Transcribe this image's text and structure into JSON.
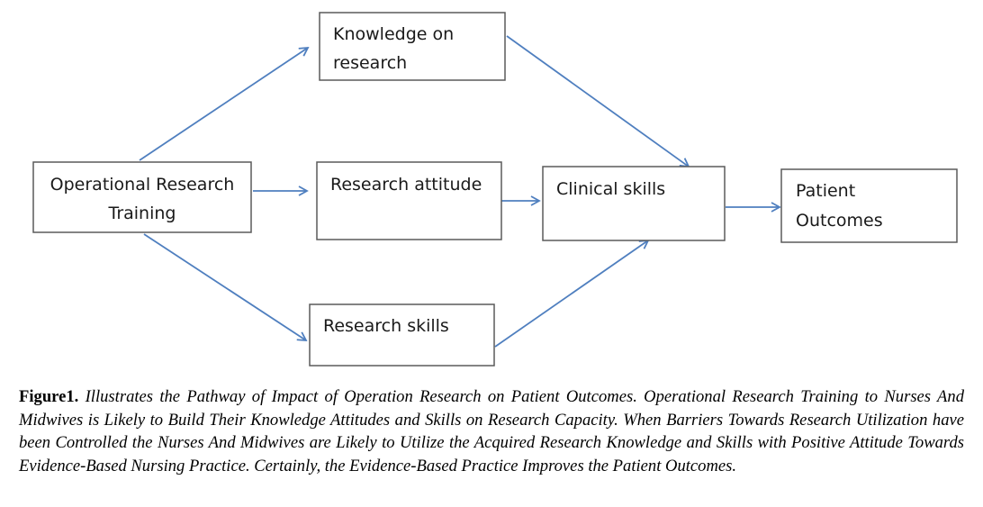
{
  "diagram": {
    "nodes": {
      "training": [
        "Operational Research",
        "Training"
      ],
      "knowledge": [
        "Knowledge on",
        "research"
      ],
      "attitude": [
        "Research attitude"
      ],
      "skills": [
        "Research skills"
      ],
      "clinical": [
        "Clinical skills"
      ],
      "outcomes": [
        "Patient",
        "Outcomes"
      ]
    },
    "edges": [
      {
        "from": "training",
        "to": "knowledge"
      },
      {
        "from": "training",
        "to": "attitude"
      },
      {
        "from": "training",
        "to": "skills"
      },
      {
        "from": "knowledge",
        "to": "clinical"
      },
      {
        "from": "attitude",
        "to": "clinical"
      },
      {
        "from": "skills",
        "to": "clinical"
      },
      {
        "from": "clinical",
        "to": "outcomes"
      }
    ],
    "colors": {
      "arrow": "#4f7fbf",
      "box_border": "#5a5a5a"
    }
  },
  "caption": {
    "label": "Figure1.",
    "text": "Illustrates the Pathway of Impact of Operation Research on Patient Outcomes. Operational Research Training to Nurses And Midwives is Likely to Build Their Knowledge Attitudes and Skills on Research Capacity. When Barriers Towards Research Utilization have been Controlled the Nurses And Midwives are Likely to Utilize the Acquired Research Knowledge and Skills with Positive Attitude Towards Evidence-Based Nursing Practice. Certainly, the Evidence-Based Practice Improves the Patient Outcomes."
  }
}
